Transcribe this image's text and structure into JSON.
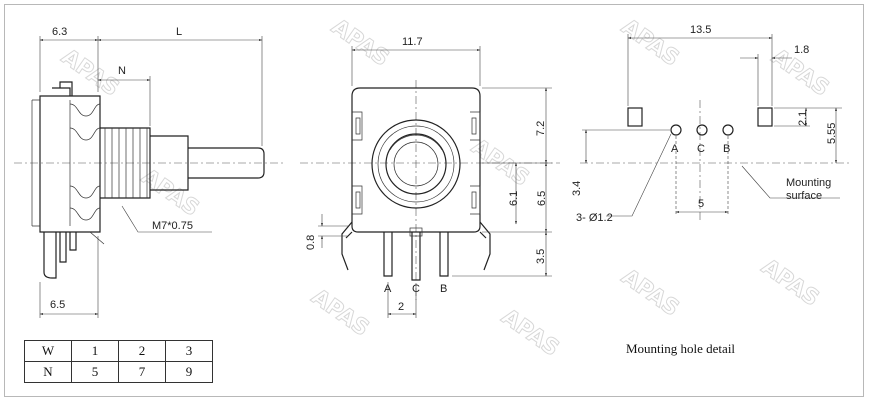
{
  "side_view": {
    "dim_top_left": "6.3",
    "dim_length": "L",
    "dim_n": "N",
    "dim_bottom": "6.5",
    "thread": "M7*0.75"
  },
  "front_view": {
    "dim_width": "11.7",
    "dim_height_top": "7.2",
    "dim_6_1": "6.1",
    "dim_6_5": "6.5",
    "dim_3_5": "3.5",
    "dim_0_8": "0.8",
    "dim_pin_pitch": "2",
    "pin_a": "A",
    "pin_c": "C",
    "pin_b": "B"
  },
  "hole_detail": {
    "dim_13_5": "13.5",
    "dim_1_8": "1.8",
    "dim_2_1": "2.1",
    "dim_5_55": "5.55",
    "dim_3_4": "3.4",
    "dim_5": "5",
    "holes": "3- Ø1.2",
    "hole_a": "A",
    "hole_c": "C",
    "hole_b": "B",
    "mounting_surface_1": "Mounting",
    "mounting_surface_2": "surface",
    "caption": "Mounting hole detail"
  },
  "watermark": "APAS",
  "table": {
    "rows": [
      [
        "W",
        "1",
        "2",
        "3"
      ],
      [
        "N",
        "5",
        "7",
        "9"
      ]
    ]
  }
}
